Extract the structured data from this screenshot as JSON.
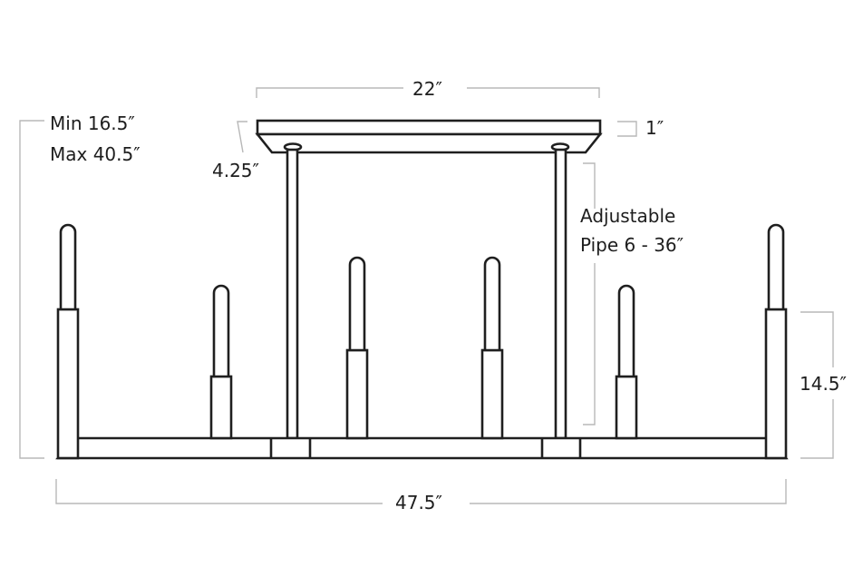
{
  "labels": {
    "canopy_width": "22″",
    "canopy_height": "1″",
    "canopy_depth": "4.25″",
    "height_min": "Min 16.5″",
    "height_max": "Max 40.5″",
    "pipe_title": "Adjustable",
    "pipe_range": "Pipe 6 - 36″",
    "body_height": "14.5″",
    "overall_width": "47.5″"
  }
}
